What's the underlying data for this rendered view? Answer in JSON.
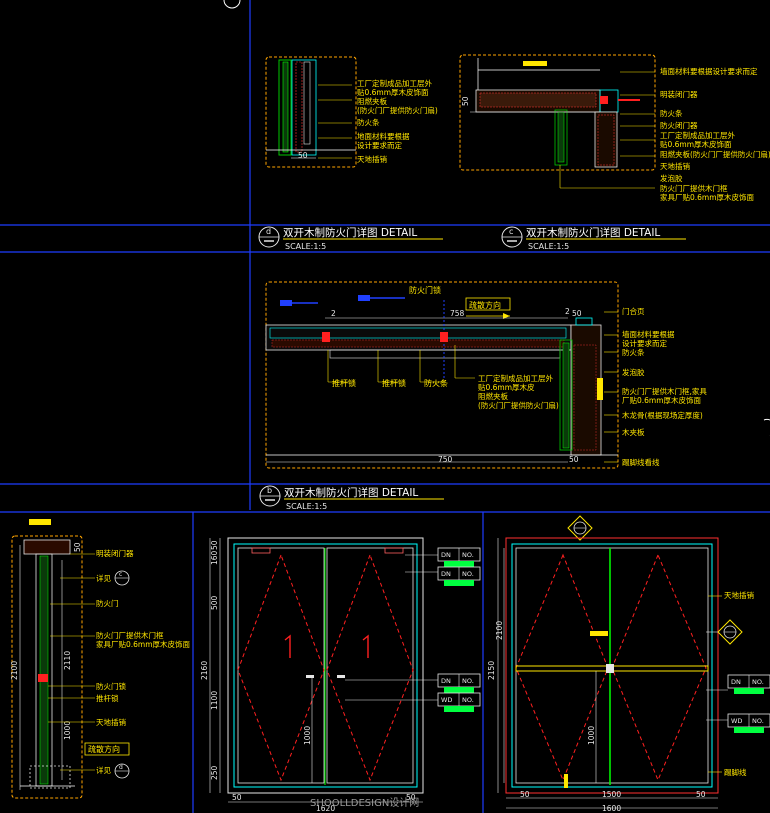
{
  "detail_d": {
    "marker": "d",
    "title": "双开木制防火门详图   DETAIL",
    "scale": "SCALE:1:5",
    "dim": "50",
    "notes": [
      "工厂定制成品加工层外",
      "贴0.6mm厚木皮饰面",
      "阻燃夹板",
      "(防火门厂提供防火门扇)",
      "防火条",
      "地面材料要根据",
      "设计要求而定",
      "天地插销"
    ]
  },
  "detail_c": {
    "marker": "c",
    "title": "双开木制防火门详图   DETAIL",
    "scale": "SCALE:1:5",
    "dim": "50",
    "notes": [
      "墙面材料要根据设计要求而定",
      "明装闭门器",
      "防火条",
      "防火闭门器",
      "工厂定制成品加工层外",
      "贴0.6mm厚木皮饰面",
      "阻燃夹板(防火门厂提供防火门扇)",
      "天地插销",
      "发泡胶",
      "防火门厂提供木门框",
      "家具厂贴0.6mm厚木皮饰面"
    ]
  },
  "detail_b": {
    "marker": "b",
    "title": "双开木制防火门详图   DETAIL",
    "scale": "SCALE:1:5",
    "top_label": "防火门锁",
    "direction": "疏散方向",
    "dim_width": "758",
    "dim_bottom": "750",
    "dim_side": "50",
    "dim_small": "2",
    "left_notes": [
      "推杆锁",
      "推杆锁",
      "防火条"
    ],
    "center_notes": [
      "工厂定制成品加工层外",
      "贴0.6mm厚木皮",
      "阻燃夹板",
      "(防火门厂提供防火门扇)"
    ],
    "right_notes": [
      "门合页",
      "墙面材料要根据",
      "设计要求而定",
      "防火条",
      "发泡胶",
      "防火门厂提供木门框,家具",
      "厂贴0.6mm厚木皮饰面",
      "木龙骨(根据现场定厚度)",
      "木夹板",
      "踢脚线看线"
    ]
  },
  "section_left": {
    "notes": [
      "明装闭门器",
      "详见",
      "防火门",
      "防火门厂提供木门框",
      "家具厂贴0.6mm厚木皮饰面",
      "防火门锁",
      "推杆锁",
      "天地插销",
      "详见"
    ],
    "callout_top": "c",
    "callout_bottom": "d",
    "direction": "疏散方向",
    "dim_total": "2100",
    "dim_inner": "2110",
    "dim_low": "1000",
    "dim_top": "50"
  },
  "elevation_front": {
    "dims_left": [
      "50",
      "160",
      "500",
      "1100",
      "250"
    ],
    "dim_height": "2160",
    "dim_handle": "1000",
    "dim_width": "1620",
    "dim_side": "50",
    "tags": [
      {
        "dn": "DN",
        "no": "NO."
      },
      {
        "dn": "DN",
        "no": "NO."
      },
      {
        "dn": "DN",
        "no": "NO."
      },
      {
        "dn": "WD",
        "no": "NO."
      }
    ],
    "leaf_mark": "1"
  },
  "elevation_back": {
    "dim_height": "2150",
    "dim_inner": "2100",
    "dim_handle": "1000",
    "dim_width_inner": "1500",
    "dim_width": "1600",
    "dim_side": "50",
    "notes": [
      "天地插销",
      "踢脚线"
    ],
    "tags": [
      {
        "dn": "DN",
        "no": "NO."
      },
      {
        "dn": "WD",
        "no": "NO."
      }
    ]
  },
  "watermark": "SHOOLLDESIGN设计网"
}
